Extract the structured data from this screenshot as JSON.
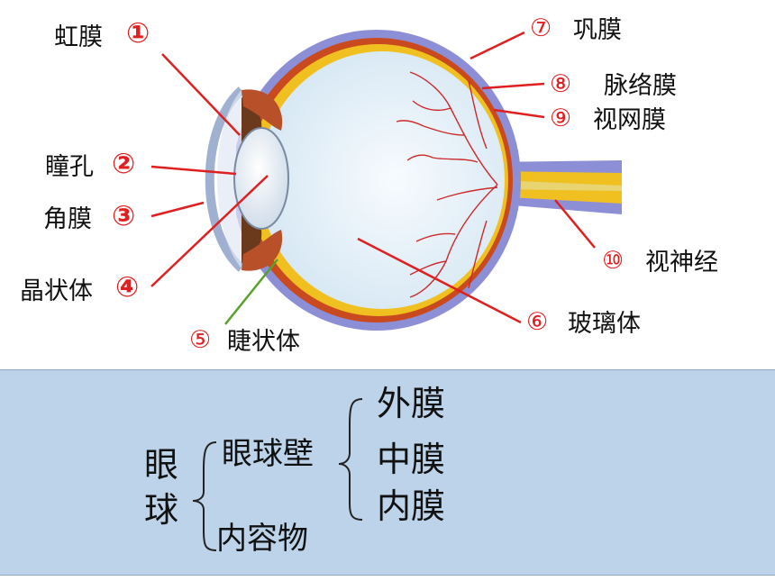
{
  "labels": {
    "iris": "虹膜",
    "iris_num": "①",
    "pupil": "瞳孔",
    "pupil_num": "②",
    "cornea": "角膜",
    "cornea_num": "③",
    "lens": "晶状体",
    "lens_num": "④",
    "ciliary": "睫状体",
    "ciliary_num": "⑤",
    "vitreous": "玻璃体",
    "vitreous_num": "⑥",
    "sclera": "巩膜",
    "sclera_num": "⑦",
    "choroid": "脉络膜",
    "choroid_num": "⑧",
    "retina": "视网膜",
    "retina_num": "⑨",
    "optic_nerve": "视神经",
    "optic_nerve_num": "⑩"
  },
  "summary": {
    "eyeball_1": "眼",
    "eyeball_2": "球",
    "wall": "眼球壁",
    "contents": "内容物",
    "outer": "外膜",
    "middle": "中膜",
    "inner": "内膜"
  },
  "colors": {
    "leader": "#e02020",
    "ciliary_leader": "#5aa02c",
    "sclera": "#8d8fd6",
    "choroid": "#c84a1e",
    "retina": "#f0c020",
    "vitreous": "#e4f0f8",
    "panel": "#bcd3e9"
  }
}
